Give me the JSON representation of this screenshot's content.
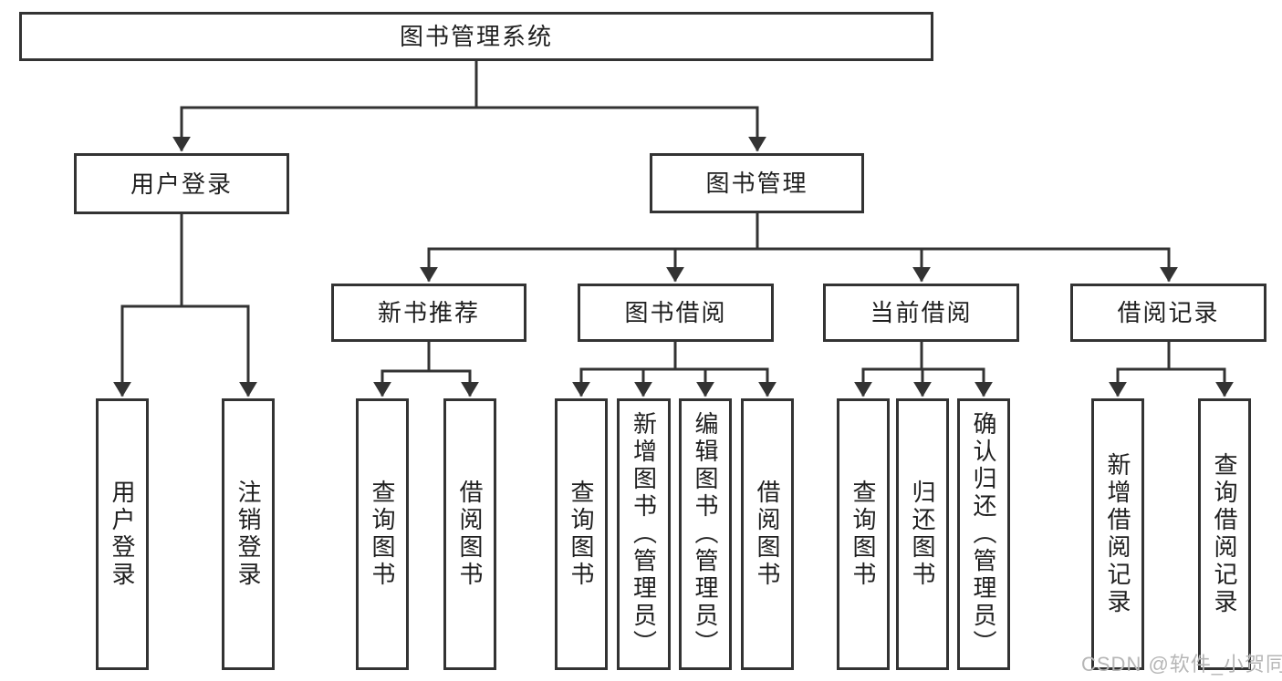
{
  "diagram": {
    "colors": {
      "line": "#333333",
      "text": "#1f1f1f",
      "box_bg": "#ffffff",
      "background": "#ffffff",
      "watermark": "#b6b6b6"
    },
    "tree": {
      "label": "图书管理系统",
      "children": [
        {
          "label": "用户登录",
          "children": [
            {
              "label": "用户登录"
            },
            {
              "label": "注销登录"
            }
          ]
        },
        {
          "label": "图书管理",
          "children": [
            {
              "label": "新书推荐",
              "children": [
                {
                  "label": "查询图书"
                },
                {
                  "label": "借阅图书"
                }
              ]
            },
            {
              "label": "图书借阅",
              "children": [
                {
                  "label": "查询图书"
                },
                {
                  "label": "新增图书（管理员）"
                },
                {
                  "label": "编辑图书（管理员）"
                },
                {
                  "label": "借阅图书"
                }
              ]
            },
            {
              "label": "当前借阅",
              "children": [
                {
                  "label": "查询图书"
                },
                {
                  "label": "归还图书"
                },
                {
                  "label": "确认归还（管理员）"
                }
              ]
            },
            {
              "label": "借阅记录",
              "children": [
                {
                  "label": "新增借阅记录"
                },
                {
                  "label": "查询借阅记录"
                }
              ]
            }
          ]
        }
      ]
    },
    "watermark": {
      "text": "CSDN @软件_小贺同学"
    }
  }
}
